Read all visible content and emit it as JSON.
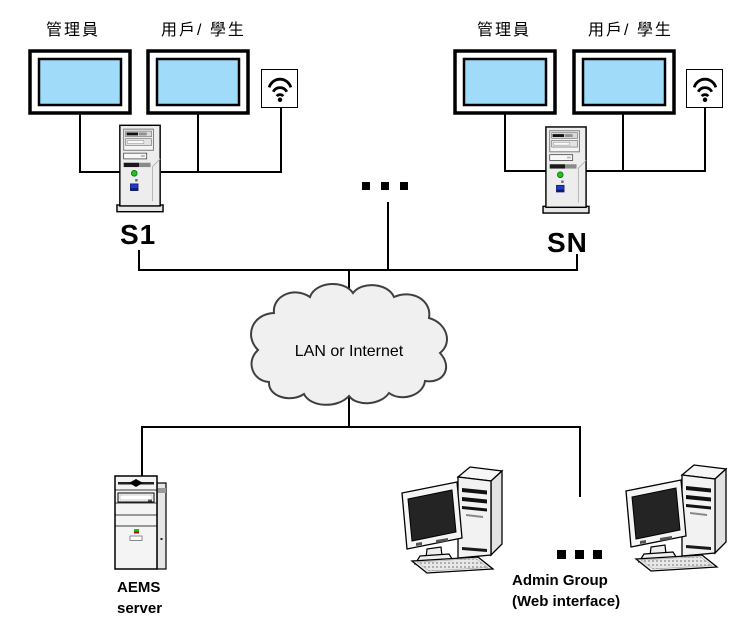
{
  "site1": {
    "admin_label": "管理員",
    "user_label": "用戶/ 學生",
    "name": "S1"
  },
  "siteN": {
    "admin_label": "管理員",
    "user_label": "用戶/ 學生",
    "name": "SN"
  },
  "cloud": {
    "label": "LAN or Internet"
  },
  "aems": {
    "label_line1": "AEMS",
    "label_line2": "server"
  },
  "admin_group": {
    "label_line1": "Admin Group",
    "label_line2": "(Web interface)"
  },
  "ellipsis": {
    "sites": "...",
    "admins": "..."
  },
  "colors": {
    "screen": "#A0DCFA",
    "cloud_fill": "#F0F0F0",
    "cloud_stroke": "#3F3F3F",
    "device_body": "#EDEDED",
    "line": "#000000",
    "led_green": "#1EC41E",
    "button_blue": "#2238C8"
  }
}
